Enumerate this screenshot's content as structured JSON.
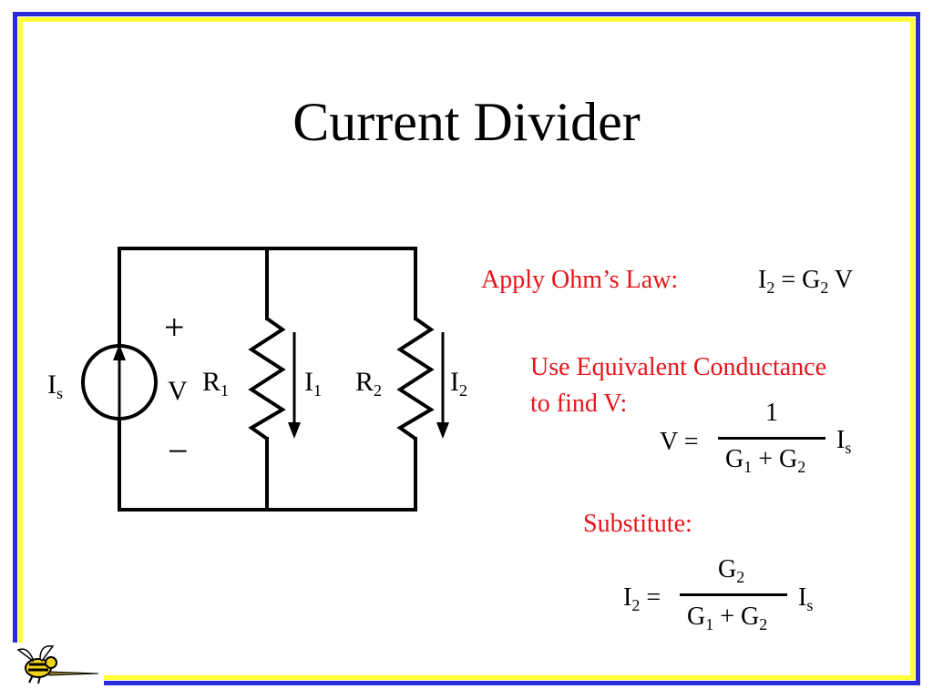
{
  "slide": {
    "title": "Current Divider"
  },
  "circuit": {
    "source_label_main": "I",
    "source_label_sub": "s",
    "plus": "+",
    "minus": "−",
    "voltage_label": "V",
    "r1_main": "R",
    "r1_sub": "1",
    "i1_main": "I",
    "i1_sub": "1",
    "r2_main": "R",
    "r2_sub": "2",
    "i2_main": "I",
    "i2_sub": "2"
  },
  "ohm": {
    "label": "Apply Ohm’s Law:",
    "eq_i": "I",
    "eq_i_sub": "2",
    "eq_equals_g": " = G",
    "eq_g_sub": "2",
    "eq_v": " V"
  },
  "equiv": {
    "line1": "Use Equivalent Conductance",
    "line2": "to find V:",
    "lhs": "V =",
    "numerator": "1",
    "den_g1": "G",
    "den_g1_sub": "1",
    "den_plus": " + G",
    "den_g2_sub": "2",
    "rhs_i": "I",
    "rhs_i_sub": "s"
  },
  "substitute": {
    "label": "Substitute:",
    "lhs_i": "I",
    "lhs_i_sub": "2",
    "lhs_equals": " =",
    "num_g": "G",
    "num_g_sub": "2",
    "den_g1": "G",
    "den_g1_sub": "1",
    "den_plus": " + G",
    "den_g2_sub": "2",
    "rhs_i": "I",
    "rhs_i_sub": "s"
  },
  "colors": {
    "border_outer": "#2b2bd6",
    "border_inner": "#ffff33",
    "accent_text": "#e8141a",
    "text": "#000000"
  },
  "icons": {
    "logo": "yellow-jacket-logo-icon"
  }
}
